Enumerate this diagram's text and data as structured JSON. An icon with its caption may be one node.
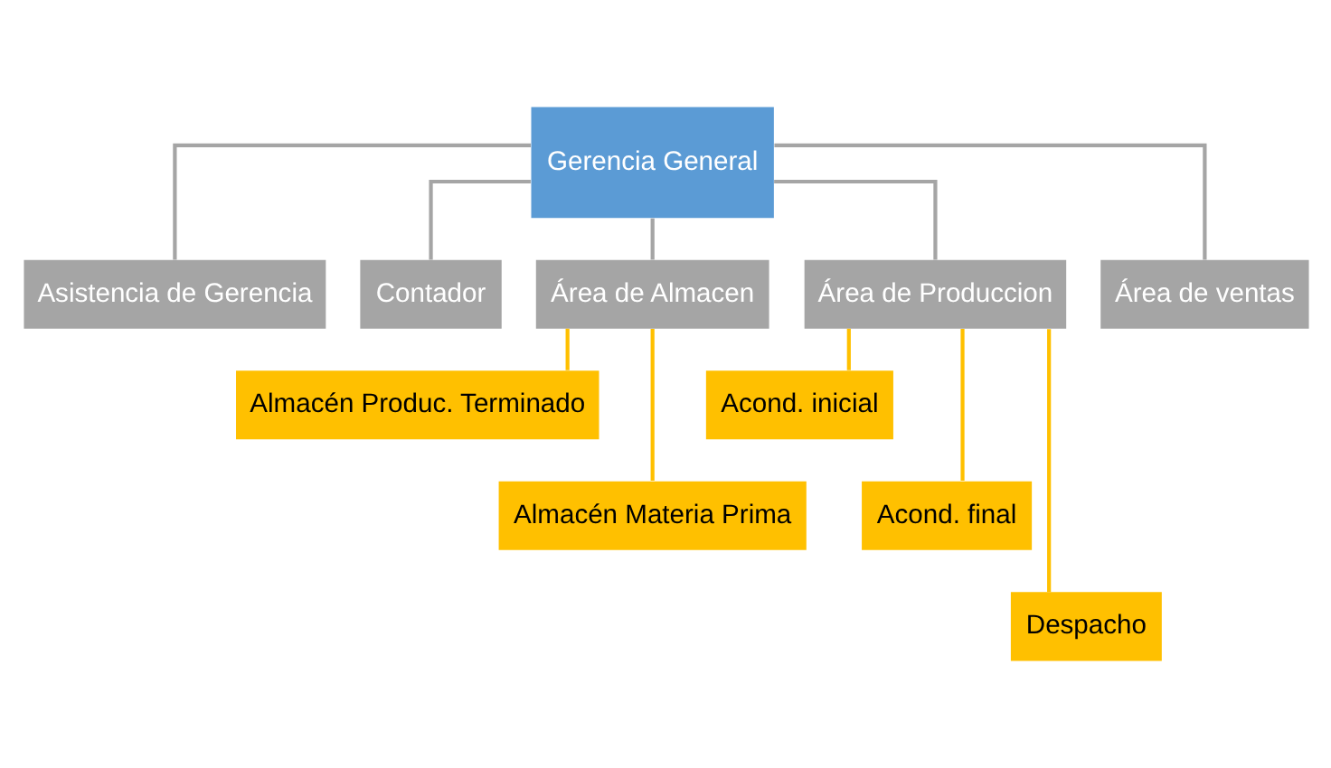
{
  "diagram": {
    "nodes": [
      {
        "text": [
          "Gerencia General"
        ]
      },
      {
        "text": [
          "Asistencia de Gerencia"
        ]
      },
      {
        "text": [
          "Contador"
        ]
      },
      {
        "text": [
          "Área de Almacen"
        ]
      },
      {
        "text": [
          "Área de Produccion"
        ]
      },
      {
        "text": [
          "Área de ventas"
        ]
      },
      {
        "text": [
          "Almacén Produc. Terminado"
        ]
      },
      {
        "text": [
          "Almacén Materia Prima"
        ]
      },
      {
        "text": [
          "Acond. inicial"
        ]
      },
      {
        "text": [
          "Acond. final"
        ]
      },
      {
        "text": [
          "Despacho"
        ]
      }
    ],
    "edges": [
      {
        "from": 0,
        "to": 1,
        "arrow": "none",
        "color": "#a5a5a5"
      },
      {
        "from": 0,
        "to": 2,
        "arrow": "none",
        "color": "#a5a5a5"
      },
      {
        "from": 0,
        "to": 3,
        "arrow": "none",
        "color": "#a5a5a5"
      },
      {
        "from": 0,
        "to": 4,
        "arrow": "none",
        "color": "#a5a5a5"
      },
      {
        "from": 0,
        "to": 5,
        "arrow": "none",
        "color": "#a5a5a5"
      },
      {
        "from": 3,
        "to": 6,
        "arrow": "none",
        "color": "#ffc000"
      },
      {
        "from": 3,
        "to": 7,
        "arrow": "none",
        "color": "#ffc000"
      },
      {
        "from": 4,
        "to": 8,
        "arrow": "none",
        "color": "#ffc000"
      },
      {
        "from": 4,
        "to": 9,
        "arrow": "none",
        "color": "#ffc000"
      },
      {
        "from": 4,
        "to": 10,
        "arrow": "none",
        "color": "#ffc000"
      }
    ]
  }
}
